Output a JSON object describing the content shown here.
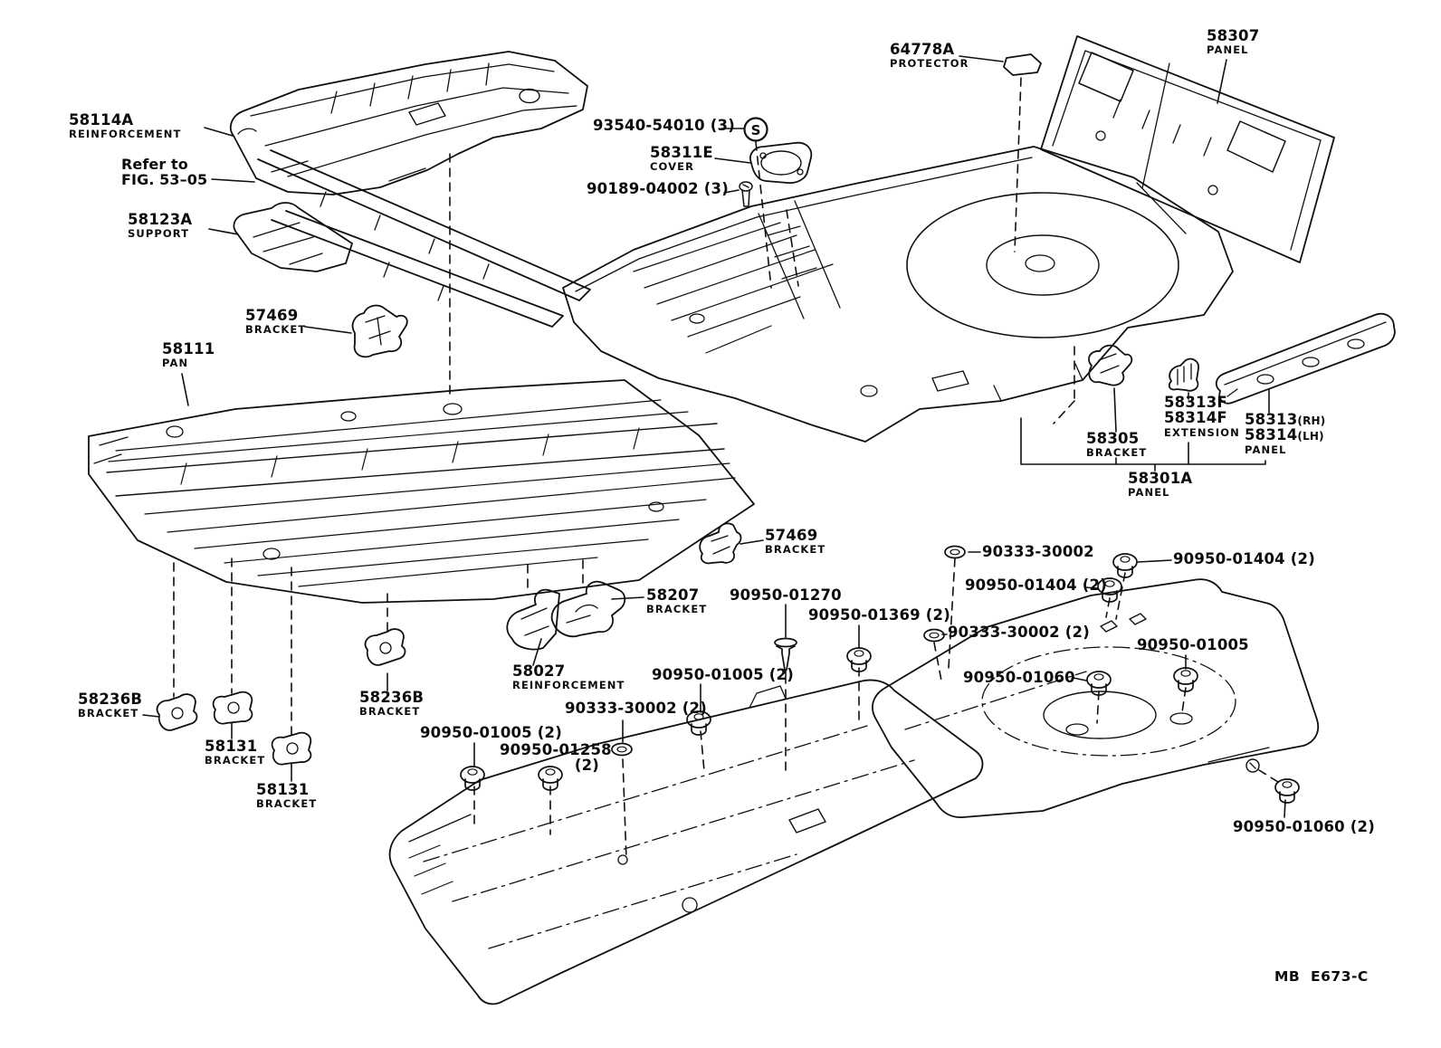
{
  "page": {
    "note": {
      "line1": "Refer to",
      "line2": "FIG. 53–05"
    },
    "diagram_code": "MB  E673-C",
    "s_marker": "S"
  },
  "labels": [
    {
      "part": "58114A",
      "name": "REINFORCEMENT"
    },
    {
      "part": "58123A",
      "name": "SUPPORT"
    },
    {
      "part": "57469",
      "name": "BRACKET"
    },
    {
      "part": "58111",
      "name": "PAN"
    },
    {
      "part": "93540-54010 (3)"
    },
    {
      "part": "58311E",
      "name": "COVER"
    },
    {
      "part": "90189-04002 (3)"
    },
    {
      "part": "64778A",
      "name": "PROTECTOR"
    },
    {
      "part": "58307",
      "name": "PANEL"
    },
    {
      "part": "58313F",
      "part2": "58314F",
      "name": "EXTENSION"
    },
    {
      "part": "58313",
      "suffix": "(RH)",
      "part2": "58314",
      "suffix2": "(LH)",
      "name": "PANEL"
    },
    {
      "part": "58305",
      "name": "BRACKET"
    },
    {
      "part": "58301A",
      "name": "PANEL"
    },
    {
      "part": "57469",
      "name": "BRACKET"
    },
    {
      "part": "58207",
      "name": "BRACKET"
    },
    {
      "part": "58027",
      "name": "REINFORCEMENT"
    },
    {
      "part": "90950-01270"
    },
    {
      "part": "90950-01369 (2)"
    },
    {
      "part": "90333-30002"
    },
    {
      "part": "90950-01404 (2)"
    },
    {
      "part": "90950-01404 (2)"
    },
    {
      "part": "90333-30002 (2)"
    },
    {
      "part": "90950-01060"
    },
    {
      "part": "90950-01005"
    },
    {
      "part": "90950-01005 (2)"
    },
    {
      "part": "90333-30002 (2)"
    },
    {
      "part": "90950-01005 (2)"
    },
    {
      "part": "90950-01258",
      "qty": "(2)"
    },
    {
      "part": "58236B",
      "name": "BRACKET"
    },
    {
      "part": "58131",
      "name": "BRACKET"
    },
    {
      "part": "58131",
      "name": "BRACKET"
    },
    {
      "part": "58236B",
      "name": "BRACKET"
    },
    {
      "part": "90950-01060 (2)"
    }
  ]
}
